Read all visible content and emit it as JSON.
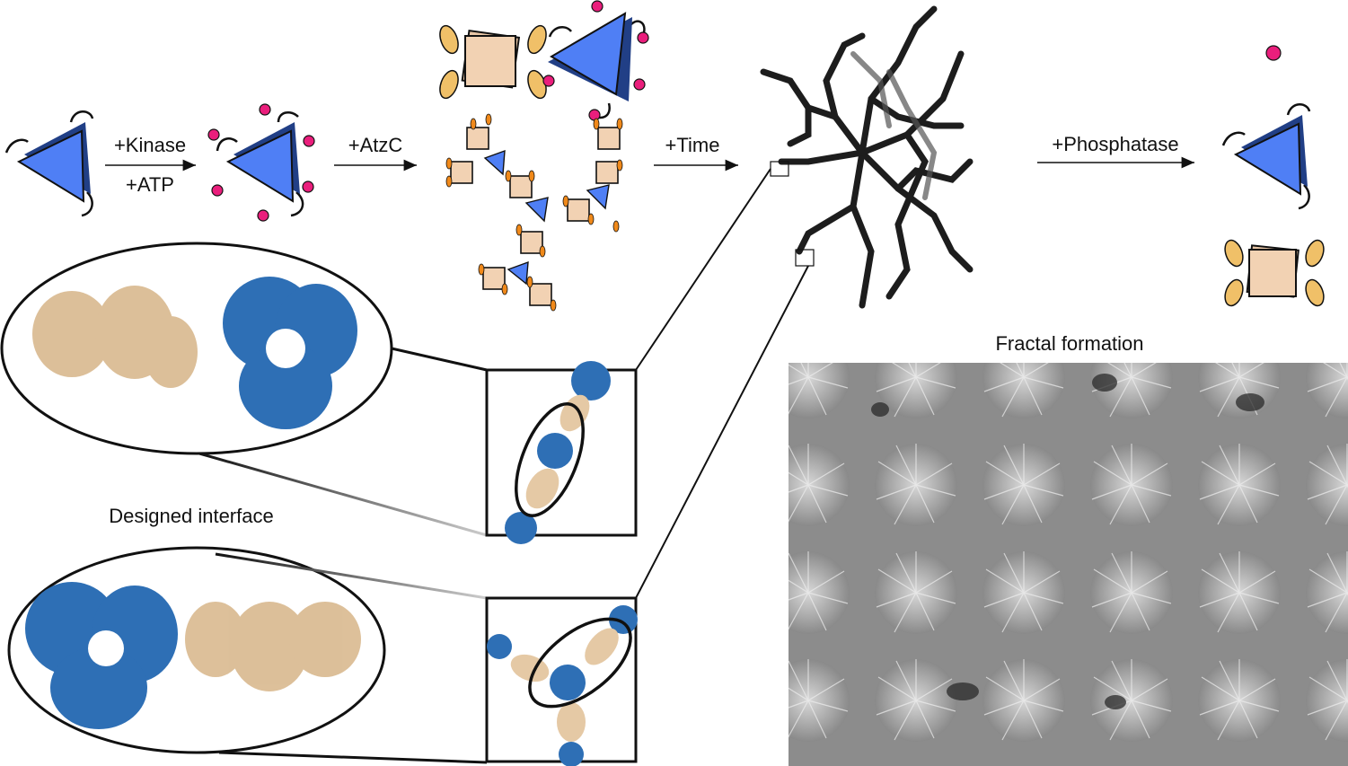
{
  "steps": {
    "kinase": "+Kinase",
    "atp": "+ATP",
    "atzc": "+AtzC",
    "time": "+Time",
    "phosphatase": "+Phosphatase"
  },
  "captions": {
    "designed_interface": "Designed interface",
    "fractal_formation": "Fractal formation"
  },
  "colors": {
    "trimer_blue": "#4f7ff5",
    "trimer_dark": "#213f86",
    "phospho_pink": "#ea1e7c",
    "atzc_tan": "#f2d2b3",
    "atzc_yellow": "#f0c068",
    "protein_blue": "#2e6fb5",
    "protein_tan": "#d9b98f",
    "micrograph_gray": "#8a8a8a"
  },
  "icons": {
    "trimer": "blue-triangular-trimer",
    "phosphate": "pink-phosphate-dot",
    "atzc": "tan-square-atzc-with-yellow-lobes",
    "arrow": "right-arrow"
  }
}
